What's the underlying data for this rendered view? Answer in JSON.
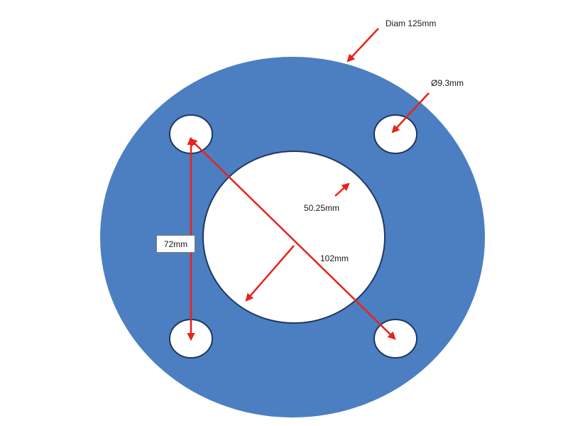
{
  "labels": {
    "outer_diameter": "Diam 125mm",
    "bolt_hole_diameter": "Ø9.3mm",
    "center_bore": "50.25mm",
    "bolt_pattern_diagonal": "102mm",
    "bolt_spacing": "72mm"
  },
  "colors": {
    "plate_fill": "#4c7fc1",
    "outline": "#1f3760",
    "arrow": "#e8231a",
    "hole_fill": "#ffffff"
  }
}
